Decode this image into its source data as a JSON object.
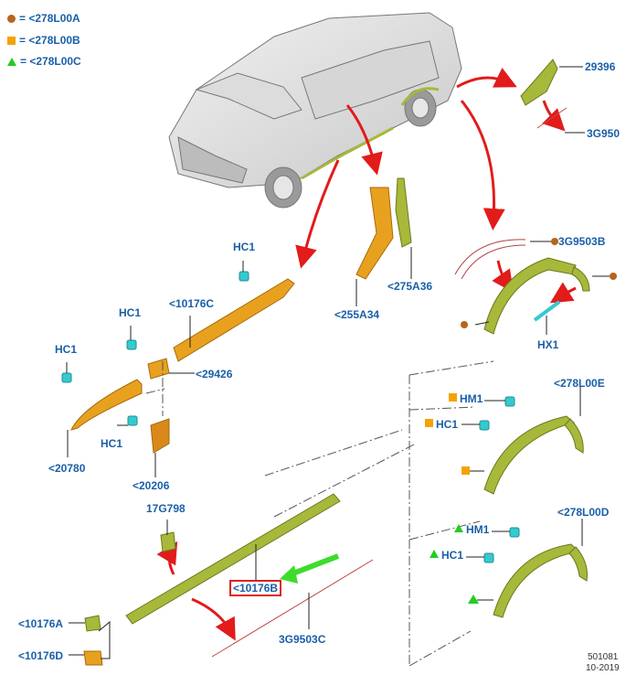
{
  "legend": [
    {
      "marker": "circle",
      "color": "#b5651d",
      "text": "= <278L00A"
    },
    {
      "marker": "square",
      "color": "#f4a300",
      "text": "= <278L00B"
    },
    {
      "marker": "triangle",
      "color": "#22cc22",
      "text": "= <278L00C"
    }
  ],
  "labels": {
    "p29396": "29396",
    "p3g950": "3G950",
    "p3g9503b": "3G9503B",
    "p275a36": "<275A36",
    "p255a34": "<255A34",
    "hc1_top": "HC1",
    "p10176c": "<10176C",
    "hc1_mid": "HC1",
    "hc1_left": "HC1",
    "p29426": "<29426",
    "hc1_low": "HC1",
    "p20780": "<20780",
    "p20206": "<20206",
    "hx1": "HX1",
    "p278l00e": "<278L00E",
    "hm1_a": "HM1",
    "hc1_a": "HC1",
    "p278l00d": "<278L00D",
    "hm1_b": "HM1",
    "hc1_b": "HC1",
    "p17g798": "17G798",
    "p10176b": "<10176B",
    "p3g9503c": "3G9503C",
    "p10176a": "<10176A",
    "p10176d": "<10176D",
    "code1": "501081",
    "code2": "10-2019"
  },
  "colors": {
    "label_blue": "#1a5fa8",
    "part_orange": "#e8a11f",
    "part_olive": "#a7b83a",
    "clip_cyan": "#35c9d0",
    "arrow_red": "#e21b1b",
    "arrow_green": "#3ddc2a"
  }
}
